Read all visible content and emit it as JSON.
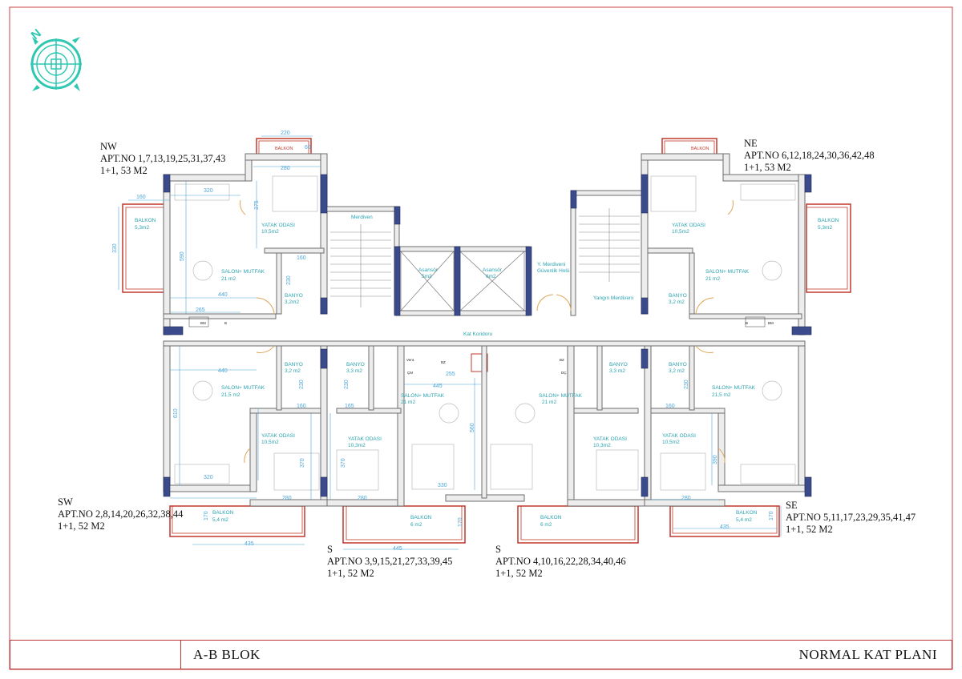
{
  "title_block": {
    "left": "A-B BLOK",
    "right": "NORMAL KAT PLANI"
  },
  "compass": {
    "north_letter": "N",
    "icon": "compass-rose-icon"
  },
  "apartments": {
    "nw": {
      "dir": "NW",
      "nos": "APT.NO 1,7,13,19,25,31,37,43",
      "type": "1+1, 53 M2"
    },
    "ne": {
      "dir": "NE",
      "nos": "APT.NO 6,12,18,24,30,36,42,48",
      "type": "1+1, 53 M2"
    },
    "sw": {
      "dir": "SW",
      "nos": "APT.NO 2,8,14,20,26,32,38,44",
      "type": "1+1, 52 M2"
    },
    "se": {
      "dir": "SE",
      "nos": "APT.NO 5,11,17,23,29,35,41,47",
      "type": "1+1, 52 M2"
    },
    "s1": {
      "dir": "S",
      "nos": "APT.NO 3,9,15,21,27,33,39,45",
      "type": "1+1, 52 M2"
    },
    "s2": {
      "dir": "S",
      "nos": "APT.NO 4,10,16,22,28,34,40,46",
      "type": "1+1, 52 M2"
    }
  },
  "rooms": {
    "nw_balkon": [
      "BALKON",
      "5,3m2"
    ],
    "nw_top_balkon": "BALKON",
    "nw_yatak": [
      "YATAK ODASI",
      "10,5m2"
    ],
    "nw_salon": [
      "SALON+ MUTFAK",
      "21 m2"
    ],
    "nw_banyo": [
      "BANYO",
      "3,2m2"
    ],
    "merdiven": "Merdiven",
    "asansor1": [
      "Asansör",
      "5m2"
    ],
    "asansor2": [
      "Asansör",
      "6m2"
    ],
    "guvenlik": [
      "Y. Merdiveni",
      "Güvenlik Holü"
    ],
    "yangin": "Yangın Merdiveni",
    "ne_top_balkon": "BALKON",
    "ne_yatak": [
      "YATAK ODASI",
      "10,5m2"
    ],
    "ne_salon": [
      "SALON+ MUTFAK",
      "21 m2"
    ],
    "ne_banyo": [
      "BANYO",
      "3,2 m2"
    ],
    "ne_balkon": [
      "BALKON",
      "5,3m2"
    ],
    "koridor": "Kat Koridoru",
    "sw_banyo": [
      "BANYO",
      "3,2 m2"
    ],
    "sw_salon": [
      "SALON+ MUTFAK",
      "21,5 m2"
    ],
    "sw_yatak": [
      "YATAK ODASI",
      "10,5m2"
    ],
    "sw_balkon": [
      "BALKON",
      "5,4 m2"
    ],
    "s1_banyo": [
      "BANYO",
      "3,3 m2"
    ],
    "s1_yatak": [
      "YATAK ODASI",
      "10,3m2"
    ],
    "s1_salon": [
      "SALON+ MUTFAK",
      "21 m2"
    ],
    "s1_balkon": [
      "BALKON",
      "6 m2"
    ],
    "s2_salon": [
      "SALON+ MUTFAK",
      "21 m2"
    ],
    "s2_yatak": [
      "YATAK ODASI",
      "10,3m2"
    ],
    "s2_banyo": [
      "BANYO",
      "3,3 m2"
    ],
    "s2_balkon": [
      "BALKON",
      "6 m2"
    ],
    "se_banyo": [
      "BANYO",
      "3,2 m2"
    ],
    "se_yatak": [
      "YATAK ODASI",
      "10,5m2"
    ],
    "se_salon": [
      "SALON+ MUTFAK",
      "21,5 m2"
    ],
    "se_balkon": [
      "BALKON",
      "5,4 m2"
    ]
  },
  "dims": {
    "d220": "220",
    "d280a": "280",
    "d60": "60",
    "d160a": "160",
    "d320a": "320",
    "d375": "375",
    "d330": "330",
    "d590": "590",
    "d440a": "440",
    "d160b": "160",
    "d230a": "230",
    "d265": "265",
    "d440b": "440",
    "d610": "610",
    "d230b": "230",
    "d230c": "230",
    "d160c": "160",
    "d165": "165",
    "d445a": "445",
    "d255": "255",
    "d560": "560",
    "d370a": "370",
    "d370b": "370",
    "d320b": "320",
    "d280b": "280",
    "d280c": "280",
    "d330b": "330",
    "d170a": "170",
    "d435a": "435",
    "d445b": "445",
    "d170b": "170",
    "d230d": "230",
    "d160d": "160",
    "d390": "390",
    "d280d": "280",
    "d435b": "435",
    "d170c": "170"
  },
  "fixtures": {
    "bm": "BM",
    "b": "B",
    "vent": "Vent.",
    "cm": "ÇM",
    "bz": "BZ",
    "bm2": "BM",
    "b2": "B",
    "buz": "BZ",
    "dc": "DÇ"
  },
  "colors": {
    "wall": "#8a8a8a",
    "wall_fill": "#ededed",
    "column": "#3a4a8a",
    "balcony_line": "#c0392b",
    "annotation": "#2aa3b0",
    "dim": "#4da6d8",
    "door": "#e0a458",
    "frame": "#c44"
  }
}
